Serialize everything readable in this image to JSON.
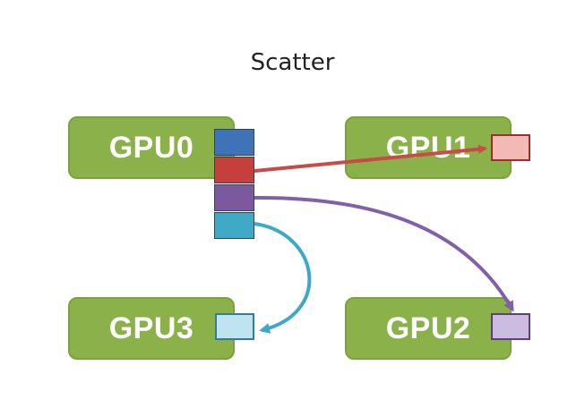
{
  "title": "Scatter",
  "colors": {
    "gpu_fill": "#8bb14a",
    "gpu_border": "#7ba23d",
    "gpu_text": "#ffffff",
    "chunk_blue": "#3f73b8",
    "chunk_red": "#c5403c",
    "chunk_purple": "#7c589f",
    "chunk_cyan": "#3fa9c6",
    "arrow_red": "#c94a46",
    "arrow_purple": "#8060a8",
    "arrow_cyan": "#3ea8c9",
    "recv_red_fill": "#f2b9b5",
    "recv_red_border": "#9f2d2a",
    "recv_purple_fill": "#cbbde0",
    "recv_purple_border": "#5f3f80",
    "recv_cyan_fill": "#bfe4ef",
    "recv_cyan_border": "#2f7d99"
  },
  "gpus": {
    "gpu0": "GPU0",
    "gpu1": "GPU1",
    "gpu2": "GPU2",
    "gpu3": "GPU3"
  }
}
